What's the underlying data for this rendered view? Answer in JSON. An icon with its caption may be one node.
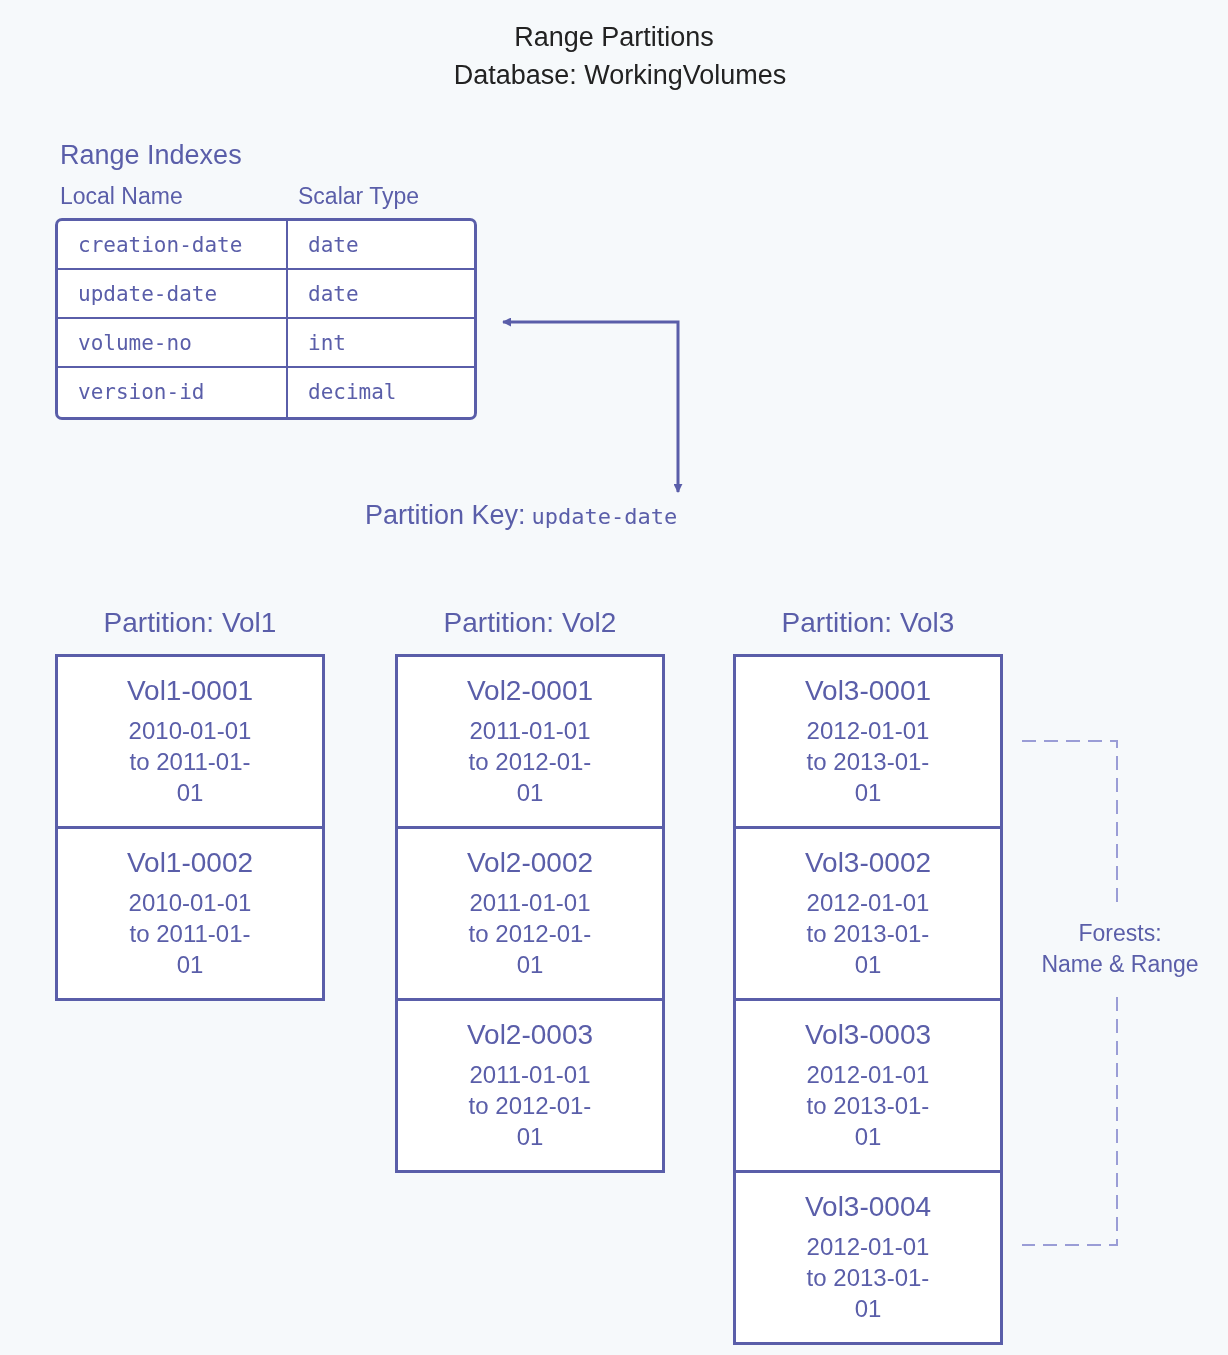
{
  "diagram": {
    "title": "Range Partitions",
    "nodes": [
      {
        "text": [
          "Range Indexes",
          "Local Name",
          "Scalar Type",
          "creation-date",
          "date",
          "update-date",
          "date",
          "volume-no",
          "int",
          "version-id",
          "decimal"
        ]
      },
      {
        "text": [
          "Partition Key:",
          "update-date"
        ]
      },
      {
        "text": [
          "Partition: Vol1"
        ]
      },
      {
        "text": [
          "Vol1-0001",
          "2010-01-01 to 2011-01-01"
        ],
        "in": 2
      },
      {
        "text": [
          "Vol1-0002",
          "2010-01-01 to 2011-01-01"
        ],
        "in": 2
      },
      {
        "text": [
          "Partition: Vol2"
        ]
      },
      {
        "text": [
          "Vol2-0001",
          "2011-01-01 to 2012-01-01"
        ],
        "in": 5
      },
      {
        "text": [
          "Vol2-0002",
          "2011-01-01 to 2012-01-01"
        ],
        "in": 5
      },
      {
        "text": [
          "Vol2-0003",
          "2011-01-01 to 2012-01-01"
        ],
        "in": 5
      },
      {
        "text": [
          "Partition: Vol3"
        ]
      },
      {
        "text": [
          "Vol3-0001",
          "2012-01-01 to 2013-01-01"
        ],
        "in": 9
      },
      {
        "text": [
          "Vol3-0002",
          "2012-01-01 to 2013-01-01"
        ],
        "in": 9
      },
      {
        "text": [
          "Vol3-0003",
          "2012-01-01 to 2013-01-01"
        ],
        "in": 9
      },
      {
        "text": [
          "Vol3-0004",
          "2012-01-01 to 2013-01-01"
        ],
        "in": 9
      }
    ],
    "edges": [
      {
        "from": 1,
        "to": 0,
        "arrow": "both"
      }
    ],
    "labels": [
      "Database: WorkingVolumes",
      "Forests:",
      "Name & Range"
    ]
  }
}
